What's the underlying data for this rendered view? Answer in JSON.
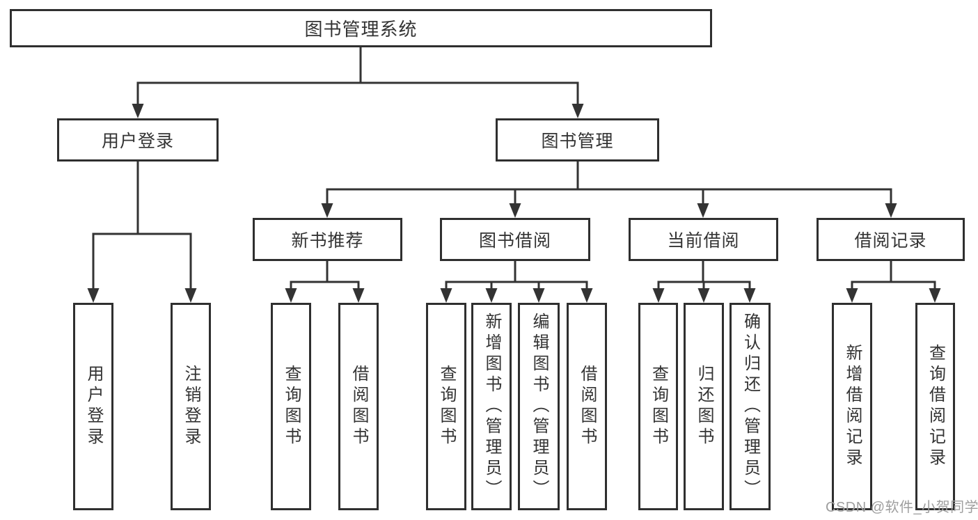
{
  "diagram": {
    "title_note": "library management system feature tree",
    "root": "图书管理系统",
    "level2": [
      "用户登录",
      "图书管理"
    ],
    "level3": [
      "新书推荐",
      "图书借阅",
      "当前借阅",
      "借阅记录"
    ],
    "leaves": {
      "user_login": [
        "用户登录",
        "注销登录"
      ],
      "new_book": [
        "查询图书",
        "借阅图书"
      ],
      "borrow": [
        "查询图书",
        "新增图书（管理员）",
        "编辑图书（管理员）",
        "借阅图书"
      ],
      "current": [
        "查询图书",
        "归还图书",
        "确认归还（管理员）"
      ],
      "records": [
        "新增借阅记录",
        "查询借阅记录"
      ]
    }
  },
  "watermark": {
    "text": "CSDN @软件_小贺同学",
    "color": "#9e9e9e"
  },
  "colors": {
    "background": "#ffffff",
    "line": "#333333",
    "box_border": "#2f2f2f",
    "text": "#333333"
  }
}
